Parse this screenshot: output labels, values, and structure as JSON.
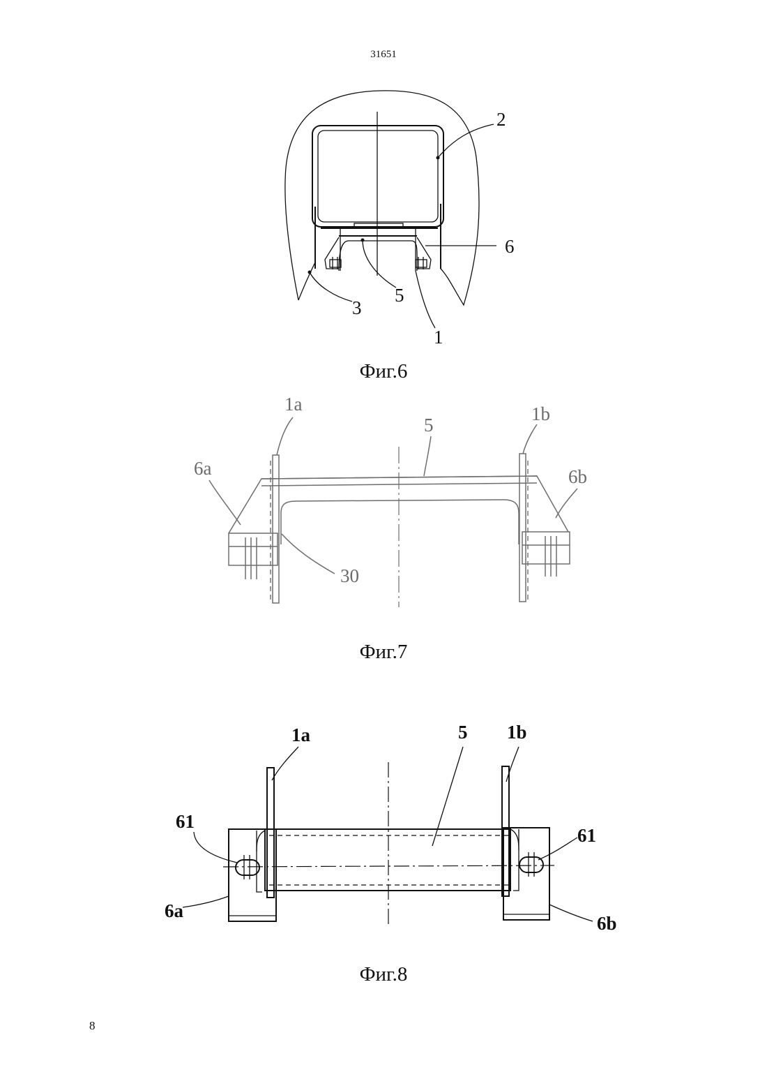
{
  "header": {
    "doc_number": "31651"
  },
  "footer": {
    "page_number": "8"
  },
  "figures": [
    {
      "caption": "Фиг.6",
      "labels": {
        "l2": "2",
        "l6": "6",
        "l3": "3",
        "l5": "5",
        "l1": "1"
      }
    },
    {
      "caption": "Фиг.7",
      "labels": {
        "l1a": "1a",
        "l5": "5",
        "l1b": "1b",
        "l6a": "6a",
        "l6b": "6b",
        "l30": "30"
      }
    },
    {
      "caption": "Фиг.8",
      "labels": {
        "l1a": "1a",
        "l5": "5",
        "l1b": "1b",
        "l61_left": "61",
        "l61_right": "61",
        "l6a": "6a",
        "l6b": "6b"
      }
    }
  ]
}
